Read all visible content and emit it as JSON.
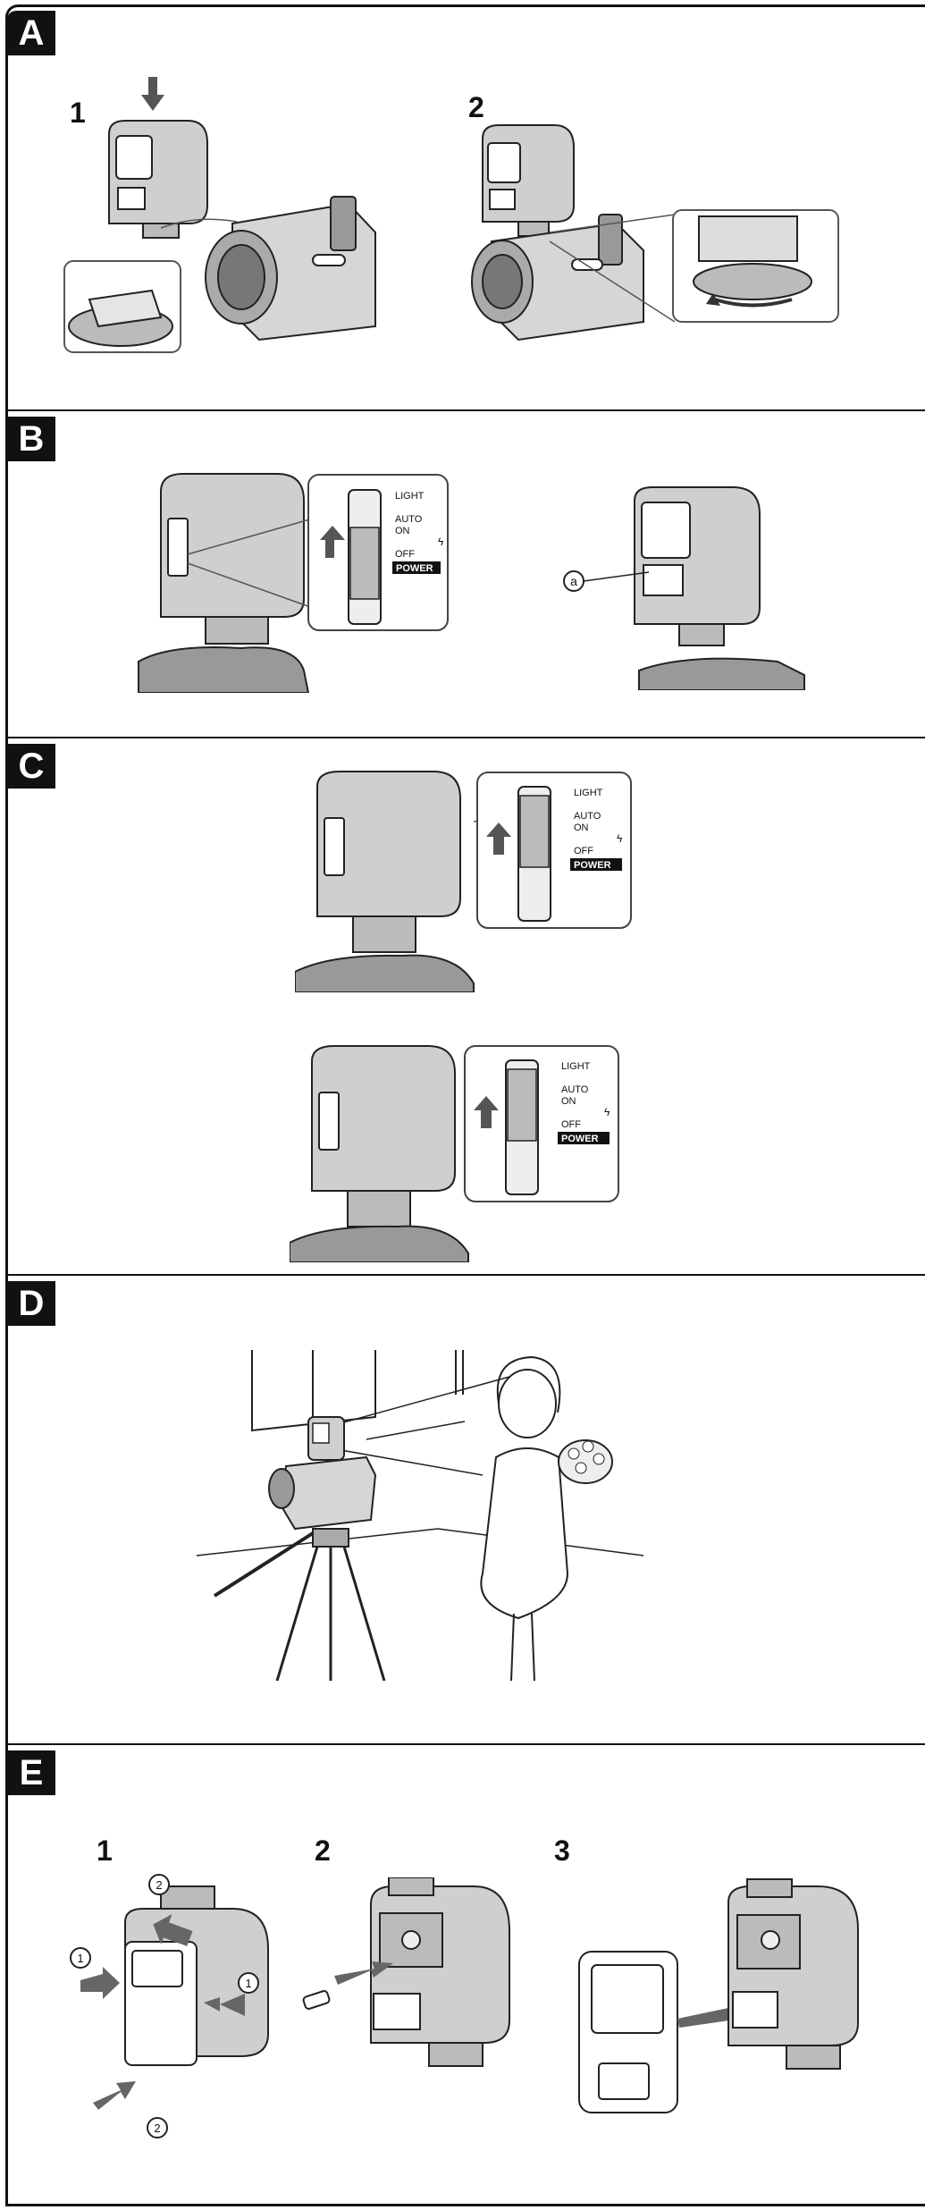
{
  "sections": {
    "a": {
      "label": "A",
      "step1": "1",
      "step2": "2"
    },
    "b": {
      "label": "B",
      "callout": "a"
    },
    "c": {
      "label": "C"
    },
    "d": {
      "label": "D"
    },
    "e": {
      "label": "E",
      "step1": "1",
      "step2": "2",
      "step3": "3",
      "marker1": "1",
      "marker2": "2"
    }
  },
  "switch_panel": {
    "light": "LIGHT",
    "auto": "AUTO",
    "on": "ON",
    "off": "OFF",
    "power": "POWER"
  },
  "icons": [
    "arrow-down-icon",
    "arrow-up-icon",
    "flash-bolt-icon",
    "circled-number-icon"
  ]
}
